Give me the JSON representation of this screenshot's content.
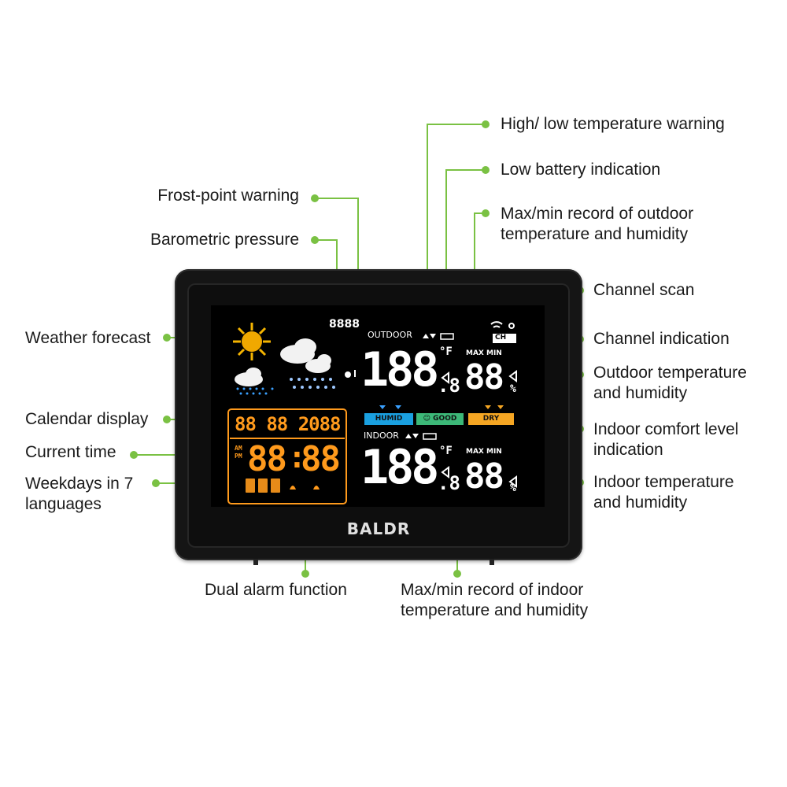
{
  "labels": {
    "high_low_warning": "High/ low temperature warning",
    "low_battery": "Low battery indication",
    "maxmin_outdoor_1": "Max/min record of outdoor",
    "maxmin_outdoor_2": "temperature and humidity",
    "frost_point": "Frost-point warning",
    "barometric": "Barometric pressure",
    "channel_scan": "Channel scan",
    "weather_forecast": "Weather forecast",
    "channel_indication": "Channel indication",
    "outdoor_temp_1": "Outdoor temperature",
    "outdoor_temp_2": "and humidity",
    "calendar": "Calendar display",
    "comfort_1": "Indoor comfort level",
    "comfort_2": "indication",
    "current_time": "Current time",
    "weekdays_1": "Weekdays in 7",
    "weekdays_2": "languages",
    "indoor_temp_1": "Indoor temperature",
    "indoor_temp_2": "and humidity",
    "dual_alarm": "Dual alarm function",
    "maxmin_indoor_1": "Max/min record of indoor",
    "maxmin_indoor_2": "temperature and humidity"
  },
  "display": {
    "brand": "BALDR",
    "outdoor_label": "OUTDOOR",
    "indoor_label": "INDOOR",
    "max_min": "MAX MIN",
    "outdoor_temp": "188",
    "outdoor_decimal": ".8",
    "outdoor_humidity": "88",
    "indoor_temp": "188",
    "indoor_decimal": ".8",
    "indoor_humidity": "88",
    "percent": "%",
    "temp_unit": "°F",
    "pressure": "8888",
    "calendar": "88 88 2088",
    "time_hours": "88",
    "time_minutes": "88",
    "colon": ":",
    "am": "AM",
    "pm": "PM",
    "channel": "CH",
    "humid_badge": "HUMID",
    "good_badge": "☺ GOOD",
    "dry_badge": "DRY"
  },
  "colors": {
    "line": "#7ac143",
    "segment_white": "#ffffff",
    "segment_orange": "#ff9a1c",
    "humid": "#1aa0e0",
    "good": "#3cb878",
    "dry": "#f5a623"
  }
}
